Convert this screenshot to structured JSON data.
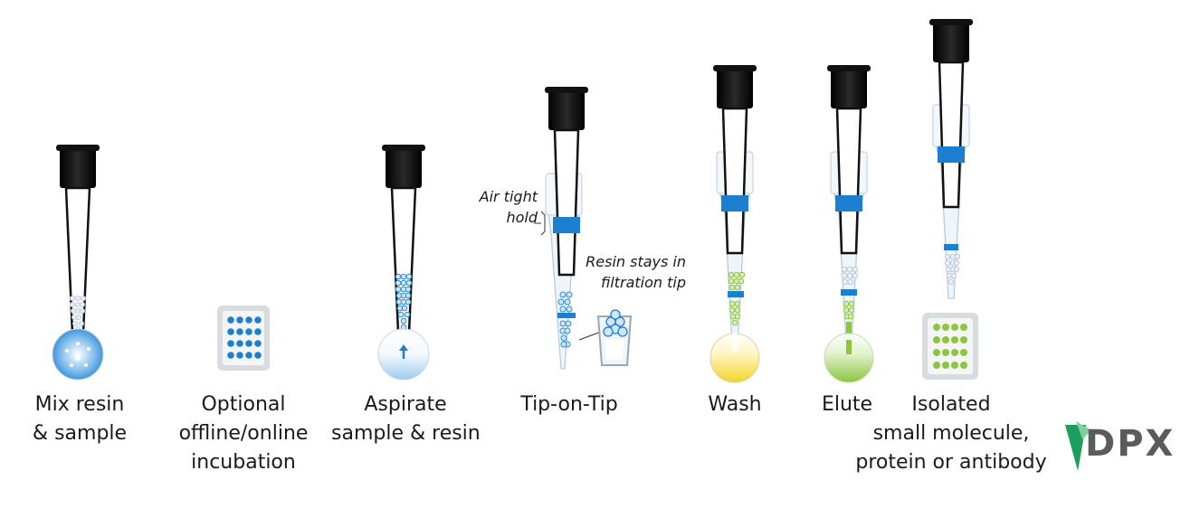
{
  "steps": [
    {
      "line1": "Mix resin",
      "line2": "& sample",
      "line3": ""
    },
    {
      "line1": "Optional",
      "line2": "offline/online",
      "line3": "incubation"
    },
    {
      "line1": "Aspirate",
      "line2": "sample & resin",
      "line3": ""
    },
    {
      "line1": "Tip-on-Tip",
      "line2": "",
      "line3": ""
    },
    {
      "line1": "Wash",
      "line2": "",
      "line3": ""
    },
    {
      "line1": "Elute",
      "line2": "",
      "line3": ""
    },
    {
      "line1": "Isolated",
      "line2": "small molecule,",
      "line3": "protein or antibody"
    }
  ],
  "annotations": {
    "air_tight_line1": "Air tight",
    "air_tight_line2": "hold",
    "resin_line1": "Resin stays in",
    "resin_line2": "filtration tip"
  },
  "logo": {
    "text": "DPX"
  },
  "colors": {
    "cap": "#111111",
    "resin_blue": "#2d8bd6",
    "band_blue": "#1c7fd0",
    "wash_yellow": "#f2d52b",
    "elute_green": "#8cc63f",
    "logo_green": "#1e9e5e",
    "logo_gray": "#5b5b5b"
  }
}
